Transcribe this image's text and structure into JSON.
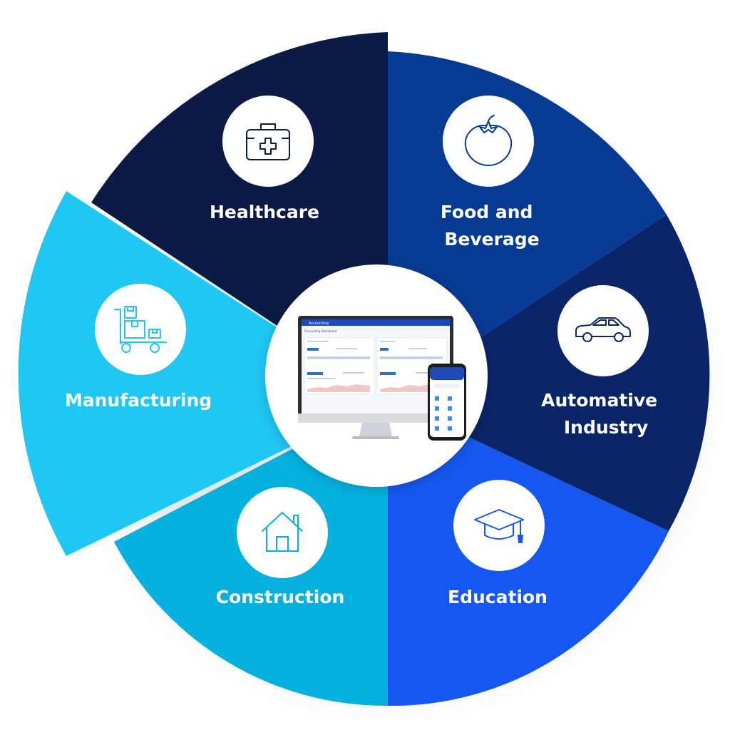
{
  "segments": [
    {
      "id": "healthcare",
      "label_lines": [
        "Healthcare"
      ],
      "color": "#0b1b45",
      "icon": "first-aid-kit-icon"
    },
    {
      "id": "food",
      "label_lines": [
        "Food and",
        "Beverage"
      ],
      "color": "#073a92",
      "icon": "tomato-icon"
    },
    {
      "id": "automotive",
      "label_lines": [
        "Automative",
        "Industry"
      ],
      "color": "#0a2567",
      "icon": "car-icon"
    },
    {
      "id": "education",
      "label_lines": [
        "Education"
      ],
      "color": "#1557f0",
      "icon": "graduation-cap-icon"
    },
    {
      "id": "construction",
      "label_lines": [
        "Construction"
      ],
      "color": "#04b1de",
      "icon": "house-icon"
    },
    {
      "id": "manufacturing",
      "label_lines": [
        "Manufacturing"
      ],
      "color": "#1fc7f3",
      "icon": "hand-truck-boxes-icon"
    }
  ],
  "center": {
    "app_title": "Accounting",
    "dashboard_label": "Accounting Dashboard",
    "icon": "desktop-and-phone-icon"
  }
}
